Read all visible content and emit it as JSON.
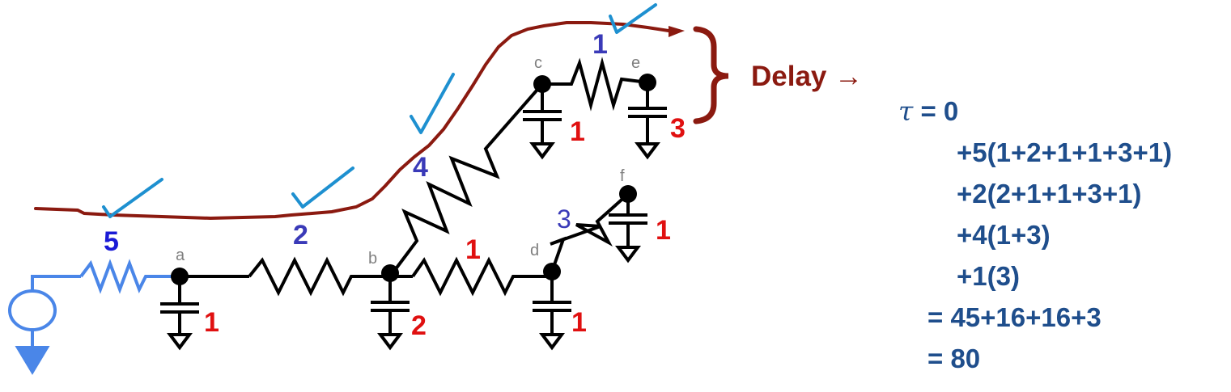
{
  "diagram": {
    "nodes": {
      "a": "a",
      "b": "b",
      "c": "c",
      "d": "d",
      "e": "e",
      "f": "f"
    },
    "resistors": {
      "r5": "5",
      "r2": "2",
      "r4": "4",
      "r1_bd": "1",
      "r3": "3",
      "r1_ce": "1"
    },
    "capacitors": {
      "ca": "1",
      "cb": "2",
      "cc": "1",
      "cd": "1",
      "ce": "3",
      "cf": "1"
    },
    "delay_label": "Delay →",
    "colors": {
      "wire": "#000000",
      "source": "#4a86e8",
      "resistor_value": "#3a3ab8",
      "resistor_value_bold": "#1a1ad6",
      "capacitor_value": "#e01010",
      "delay_curve": "#8b1a10",
      "checkmark": "#1e90d0",
      "node_label": "#7f7f7f",
      "equation": "#1f4e8c"
    }
  },
  "equation": {
    "tau_symbol": "τ",
    "line1": "= 0",
    "term1": "+5(1+2+1+1+3+1)",
    "term2": "+2(2+1+1+3+1)",
    "term3": "+4(1+3)",
    "term4": "+1(3)",
    "sum": "= 45+16+16+3",
    "result": "= 80"
  }
}
